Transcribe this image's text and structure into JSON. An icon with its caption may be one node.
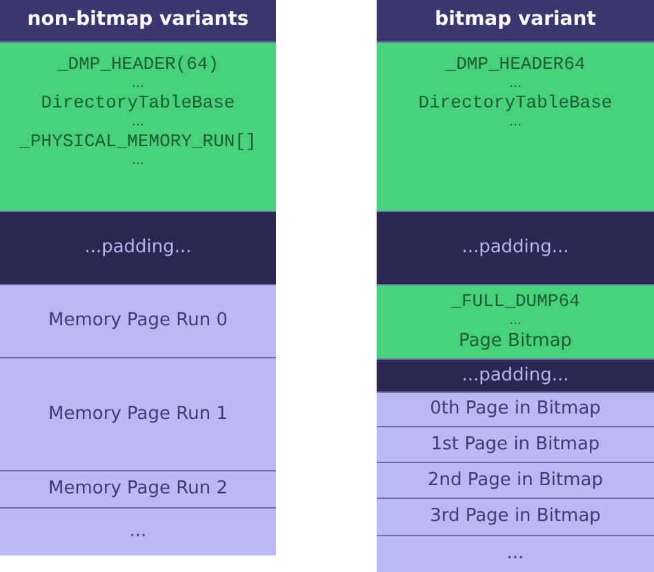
{
  "diagram": {
    "nodes": [
      {
        "text": [
          "non-bitmap variants"
        ]
      },
      {
        "text": [
          "_DMP_HEADER(64)",
          "…",
          "DirectoryTableBase",
          "…",
          "_PHYSICAL_MEMORY_RUN[]",
          "…"
        ],
        "in": 0
      },
      {
        "text": [
          "...padding..."
        ],
        "in": 0
      },
      {
        "text": [
          "Memory Page Run 0"
        ],
        "in": 0
      },
      {
        "text": [
          "Memory Page Run 1"
        ],
        "in": 0
      },
      {
        "text": [
          "Memory Page Run 2"
        ],
        "in": 0
      },
      {
        "text": [
          "..."
        ],
        "in": 0
      },
      {
        "text": [
          "bitmap variant"
        ]
      },
      {
        "text": [
          "_DMP_HEADER64",
          "…",
          "DirectoryTableBase",
          "…"
        ],
        "in": 7
      },
      {
        "text": [
          "...padding..."
        ],
        "in": 7
      },
      {
        "text": [
          "_FULL_DUMP64",
          "...",
          "Page Bitmap"
        ],
        "in": 7
      },
      {
        "text": [
          "...padding..."
        ],
        "in": 7
      },
      {
        "text": [
          "0th Page in Bitmap"
        ],
        "in": 7
      },
      {
        "text": [
          "1st Page in Bitmap"
        ],
        "in": 7
      },
      {
        "text": [
          "2nd Page in Bitmap"
        ],
        "in": 7
      },
      {
        "text": [
          "3rd Page in Bitmap"
        ],
        "in": 7
      },
      {
        "text": [
          "..."
        ],
        "in": 7
      }
    ]
  }
}
